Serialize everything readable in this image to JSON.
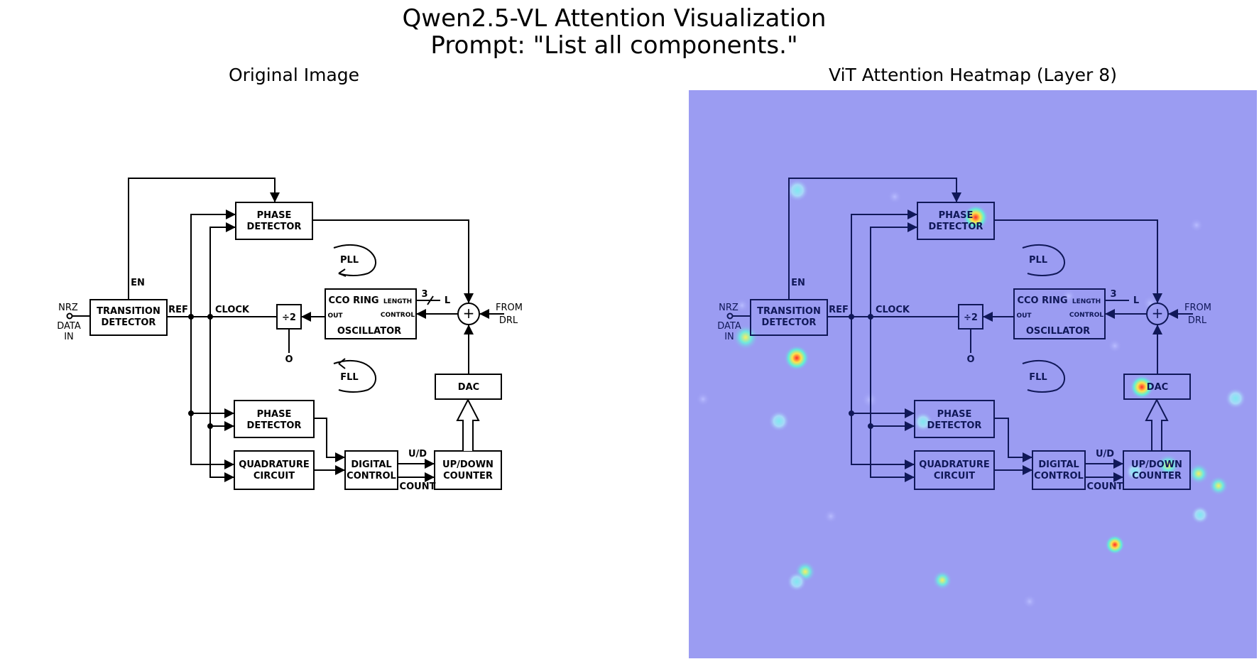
{
  "figure": {
    "title_line1": "Qwen2.5-VL Attention Visualization",
    "title_line2": "Prompt: \"List all components.\"",
    "left_title": "Original Image",
    "right_title": "ViT Attention Heatmap (Layer 8)"
  },
  "diagram": {
    "phase_detector_top": [
      "PHASE",
      "DETECTOR"
    ],
    "transition_detector": [
      "TRANSITION",
      "DETECTOR"
    ],
    "cco": {
      "title": "CCO RING",
      "length": "LENGTH",
      "control": "CONTROL",
      "out": "OUT",
      "osc": "OSCILLATOR"
    },
    "divider": "÷2",
    "sum": "+",
    "dac": "DAC",
    "phase_detector_bottom": [
      "PHASE",
      "DETECTOR"
    ],
    "quadrature": [
      "QUADRATURE",
      "CIRCUIT"
    ],
    "digital_control": [
      "DIGITAL",
      "CONTROL"
    ],
    "updown": [
      "UP/DOWN",
      "COUNTER"
    ],
    "labels": {
      "en": "EN",
      "nrz": "NRZ",
      "data": "DATA",
      "in": "IN",
      "ref": "REF",
      "clock": "CLOCK",
      "o": "O",
      "three": "3",
      "l": "L",
      "from": "FROM",
      "drl": "DRL",
      "pll": "PLL",
      "fll": "FLL",
      "ud": "U/D",
      "count": "COUNT"
    }
  },
  "colors": {
    "heatmap_background": "#9b9cf2",
    "diagram_on_heatmap": "#101858"
  }
}
